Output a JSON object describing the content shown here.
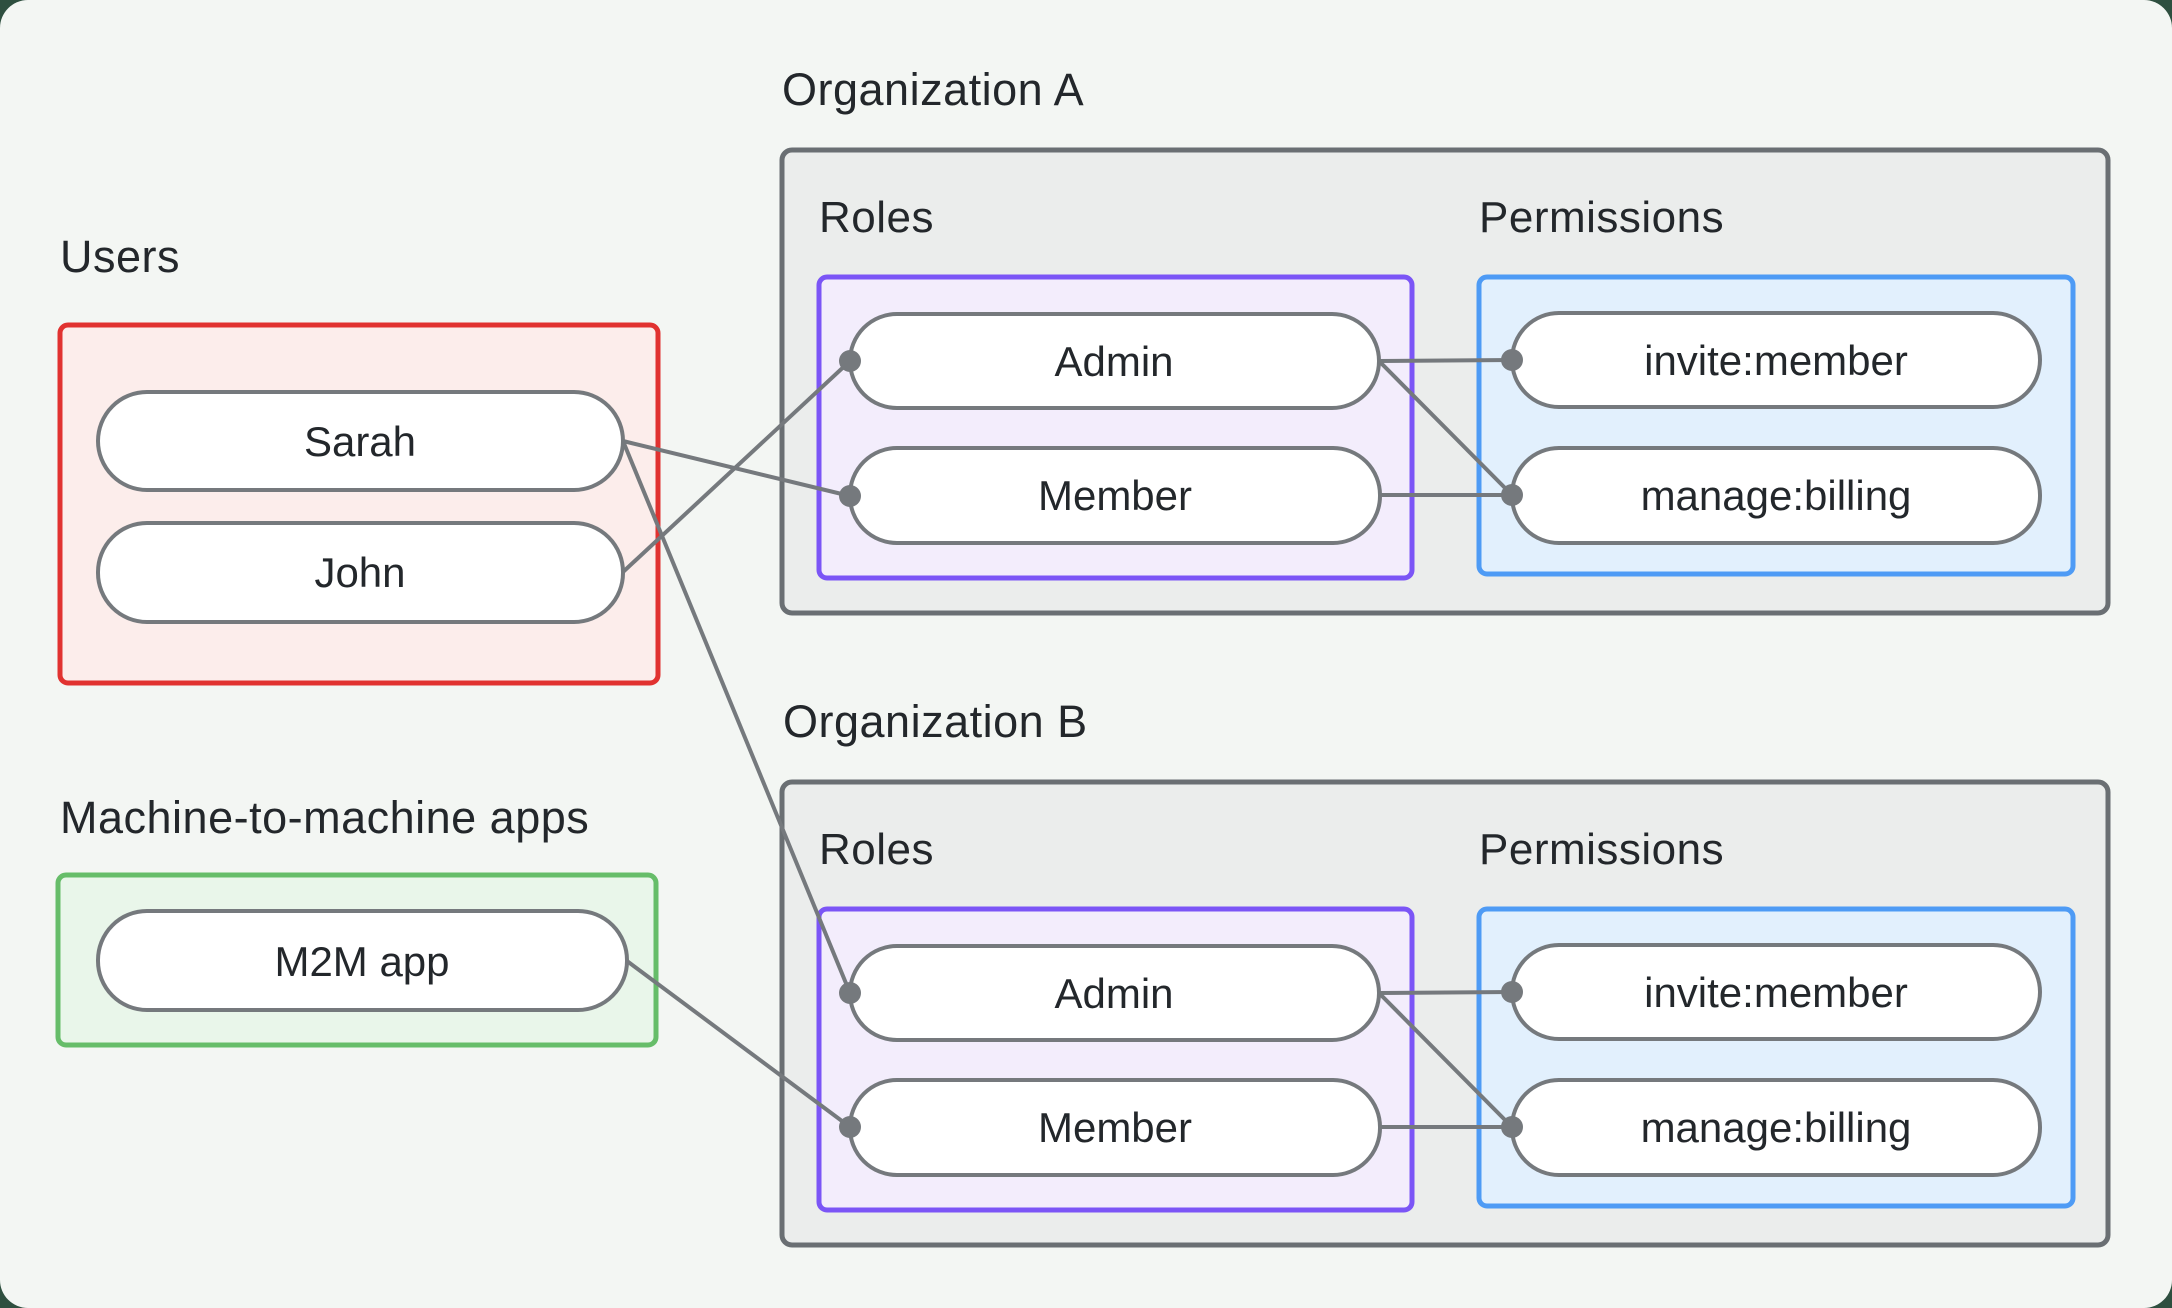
{
  "page": {
    "outer_background": "#2e4f3f",
    "card_background": "#f3f6f3",
    "text_color": "#23272b",
    "connector_color": "#75797d"
  },
  "users_group": {
    "label": "Users",
    "border_color": "#e13230",
    "fill_color": "#fcedeb",
    "nodes": [
      {
        "label": "Sarah"
      },
      {
        "label": "John"
      }
    ]
  },
  "m2m_group": {
    "label": "Machine-to-machine apps",
    "border_color": "#66bd69",
    "fill_color": "#e9f6ea",
    "nodes": [
      {
        "label": "M2M app"
      }
    ]
  },
  "org_a": {
    "label": "Organization A",
    "box_fill": "#ebedec",
    "box_border": "#6a6f73",
    "roles_label": "Roles",
    "permissions_label": "Permissions",
    "roles_border": "#7b55f6",
    "roles_fill": "#f3edfc",
    "permissions_border": "#4e9bf5",
    "permissions_fill": "#e2f0fd",
    "roles": [
      {
        "label": "Admin"
      },
      {
        "label": "Member"
      }
    ],
    "permissions": [
      {
        "label": "invite:member"
      },
      {
        "label": "manage:billing"
      }
    ]
  },
  "org_b": {
    "label": "Organization B",
    "box_fill": "#ebedec",
    "box_border": "#6a6f73",
    "roles_label": "Roles",
    "permissions_label": "Permissions",
    "roles_border": "#7b55f6",
    "roles_fill": "#f3edfc",
    "permissions_border": "#4e9bf5",
    "permissions_fill": "#e2f0fd",
    "roles": [
      {
        "label": "Admin"
      },
      {
        "label": "Member"
      }
    ],
    "permissions": [
      {
        "label": "invite:member"
      },
      {
        "label": "manage:billing"
      }
    ]
  },
  "connections": [
    {
      "from": "Sarah",
      "to": "Organization A / Member"
    },
    {
      "from": "John",
      "to": "Organization A / Admin"
    },
    {
      "from": "Sarah",
      "to": "Organization B / Admin"
    },
    {
      "from": "M2M app",
      "to": "Organization B / Member"
    },
    {
      "from": "Organization A / Admin",
      "to": "Organization A / invite:member"
    },
    {
      "from": "Organization A / Admin",
      "to": "Organization A / manage:billing"
    },
    {
      "from": "Organization A / Member",
      "to": "Organization A / manage:billing"
    },
    {
      "from": "Organization B / Admin",
      "to": "Organization B / invite:member"
    },
    {
      "from": "Organization B / Admin",
      "to": "Organization B / manage:billing"
    },
    {
      "from": "Organization B / Member",
      "to": "Organization B / manage:billing"
    }
  ]
}
